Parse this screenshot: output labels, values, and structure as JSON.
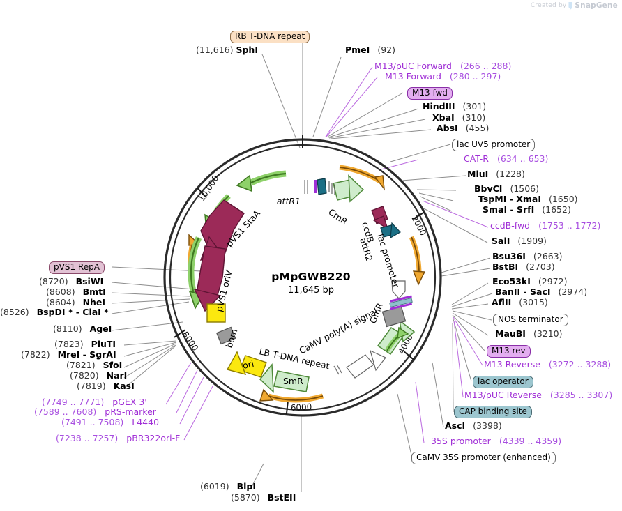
{
  "watermark": {
    "prefix": "Created by",
    "brand": "SnapGene"
  },
  "plasmid": {
    "name": "pMpGWB220",
    "size": "11,645 bp",
    "total_bp": 11645,
    "tick_labels": [
      "2000",
      "4000",
      "6000",
      "8000",
      "10,000"
    ]
  },
  "map_features": [
    {
      "name": "attR1",
      "label": "attR1",
      "color": "#1b6f85"
    },
    {
      "name": "CmR",
      "label": "CmR",
      "color": "#cfeccc"
    },
    {
      "name": "ccdB",
      "label": "ccdB",
      "color": "#9c2a58"
    },
    {
      "name": "attR2",
      "label": "attR2",
      "color": "#1b6f85"
    },
    {
      "name": "lac promoter",
      "label": "lac promoter",
      "color": "#ffffff"
    },
    {
      "name": "GmR",
      "label": "GmR",
      "color": "#cfeccc"
    },
    {
      "name": "CaMV poly(A) signal",
      "label": "CaMV poly(A) signal",
      "color": "#ffffff"
    },
    {
      "name": "LB T-DNA repeat",
      "label": "LB T-DNA repeat",
      "color": "#ffffff"
    },
    {
      "name": "SmR",
      "label": "SmR",
      "color": "#cfeccc"
    },
    {
      "name": "ori",
      "label": "ori",
      "color": "#fbe80f"
    },
    {
      "name": "bom",
      "label": "bom",
      "color": "#9a9a9a"
    },
    {
      "name": "pVS1 oriV",
      "label": "pVS1 oriV",
      "color": "#9c2a58"
    },
    {
      "name": "pVS1 StaA",
      "label": "pVS1 StaA",
      "color": "#9c2a58"
    }
  ],
  "labels_top": [
    {
      "id": "rb-t-dna-repeat",
      "kind": "pill",
      "style": "peach",
      "text": "RB T-DNA repeat"
    },
    {
      "id": "sphi",
      "kind": "enzyme",
      "pos": "(11,616)",
      "name": "SphI",
      "pos_side": "left"
    },
    {
      "id": "pmei",
      "kind": "enzyme",
      "name": "PmeI",
      "pos": "(92)"
    },
    {
      "id": "m13-puc-forward",
      "kind": "primer",
      "name": "M13/pUC Forward",
      "range": "(266 .. 288)"
    },
    {
      "id": "m13-forward",
      "kind": "primer",
      "name": "M13 Forward",
      "range": "(280 .. 297)"
    },
    {
      "id": "m13-fwd",
      "kind": "pill",
      "style": "violet",
      "text": "M13 fwd"
    },
    {
      "id": "hindiii",
      "kind": "enzyme",
      "name": "HindIII",
      "pos": "(301)"
    },
    {
      "id": "xbai",
      "kind": "enzyme",
      "name": "XbaI",
      "pos": "(310)"
    },
    {
      "id": "absi",
      "kind": "enzyme",
      "name": "AbsI",
      "pos": "(455)"
    }
  ],
  "labels_right": [
    {
      "id": "lac-uv5-promoter",
      "kind": "pill",
      "style": "plain",
      "text": "lac UV5 promoter"
    },
    {
      "id": "cat-r",
      "kind": "primer",
      "name": "CAT-R",
      "range": "(634 .. 653)"
    },
    {
      "id": "mlui",
      "kind": "enzyme",
      "name": "MluI",
      "pos": "(1228)"
    },
    {
      "id": "bbvci",
      "kind": "enzyme",
      "name": "BbvCI",
      "pos": "(1506)"
    },
    {
      "id": "tspmi-xmai",
      "kind": "enzyme",
      "name": "TspMI  -  XmaI",
      "pos": "(1650)"
    },
    {
      "id": "smai-srfi",
      "kind": "enzyme",
      "name": "SmaI  -  SrfI",
      "pos": "(1652)"
    },
    {
      "id": "ccdb-fwd",
      "kind": "primer",
      "name": "ccdB-fwd",
      "range": "(1753 .. 1772)"
    },
    {
      "id": "sali",
      "kind": "enzyme",
      "name": "SalI",
      "pos": "(1909)"
    },
    {
      "id": "bsu36i",
      "kind": "enzyme",
      "name": "Bsu36I",
      "pos": "(2663)"
    },
    {
      "id": "bstbi",
      "kind": "enzyme",
      "name": "BstBI",
      "pos": "(2703)"
    },
    {
      "id": "eco53ki",
      "kind": "enzyme",
      "name": "Eco53kI",
      "pos": "(2972)"
    },
    {
      "id": "banii-saci",
      "kind": "enzyme",
      "name": "BanII  -  SacI",
      "pos": "(2974)"
    },
    {
      "id": "aflii",
      "kind": "enzyme",
      "name": "AflII",
      "pos": "(3015)"
    },
    {
      "id": "nos-terminator",
      "kind": "pill",
      "style": "plain",
      "text": "NOS terminator"
    },
    {
      "id": "maubi",
      "kind": "enzyme",
      "name": "MauBI",
      "pos": "(3210)"
    },
    {
      "id": "m13-rev",
      "kind": "pill",
      "style": "violet",
      "text": "M13 rev"
    },
    {
      "id": "m13-reverse",
      "kind": "primer",
      "name": "M13 Reverse",
      "range": "(3272 .. 3288)"
    },
    {
      "id": "lac-operator",
      "kind": "pill",
      "style": "teal",
      "text": "lac operator"
    },
    {
      "id": "m13-puc-reverse",
      "kind": "primer",
      "name": "M13/pUC Reverse",
      "range": "(3285 .. 3307)"
    },
    {
      "id": "cap-binding-site",
      "kind": "pill",
      "style": "teal",
      "text": "CAP binding site"
    },
    {
      "id": "asci",
      "kind": "enzyme",
      "name": "AscI",
      "pos": "(3398)"
    },
    {
      "id": "35s-promoter",
      "kind": "primer",
      "name": "35S promoter",
      "range": "(4339 .. 4359)"
    },
    {
      "id": "camv-35s-promoter",
      "kind": "pill",
      "style": "plain",
      "text": "CaMV 35S promoter (enhanced)"
    }
  ],
  "labels_bottom": [
    {
      "id": "blpi",
      "kind": "enzyme",
      "pos": "(6019)",
      "name": "BlpI"
    },
    {
      "id": "bstei",
      "kind": "enzyme",
      "pos": "(5870)",
      "name": "BstEII"
    }
  ],
  "labels_left": [
    {
      "id": "pvs1-repa",
      "kind": "pill",
      "style": "pinkish",
      "text": "pVS1 RepA"
    },
    {
      "id": "bsiwi",
      "kind": "enzyme",
      "pos": "(8720)",
      "name": "BsiWI"
    },
    {
      "id": "bmti",
      "kind": "enzyme",
      "pos": "(8608)",
      "name": "BmtI"
    },
    {
      "id": "nhei",
      "kind": "enzyme",
      "pos": "(8604)",
      "name": "NheI"
    },
    {
      "id": "bspdi-clai",
      "kind": "enzyme",
      "pos": "(8526)",
      "name": "BspDI *  -  ClaI *"
    },
    {
      "id": "agei",
      "kind": "enzyme",
      "pos": "(8110)",
      "name": "AgeI"
    },
    {
      "id": "pluti",
      "kind": "enzyme",
      "pos": "(7823)",
      "name": "PluTI"
    },
    {
      "id": "mrei-sgrai",
      "kind": "enzyme",
      "pos": "(7822)",
      "name": "MreI  -  SgrAI"
    },
    {
      "id": "sfoi",
      "kind": "enzyme",
      "pos": "(7821)",
      "name": "SfoI"
    },
    {
      "id": "nari",
      "kind": "enzyme",
      "pos": "(7820)",
      "name": "NarI"
    },
    {
      "id": "kasi",
      "kind": "enzyme",
      "pos": "(7819)",
      "name": "KasI"
    },
    {
      "id": "pgex-3",
      "kind": "primer-left",
      "range": "(7749 .. 7771)",
      "name": "pGEX 3'"
    },
    {
      "id": "prs-marker",
      "kind": "primer-left",
      "range": "(7589 .. 7608)",
      "name": "pRS-marker"
    },
    {
      "id": "l4440",
      "kind": "primer-left",
      "range": "(7491 .. 7508)",
      "name": "L4440"
    },
    {
      "id": "pbr322ori-f",
      "kind": "primer-left",
      "range": "(7238 .. 7257)",
      "name": "pBR322ori-F"
    }
  ],
  "colors": {
    "ring": "#2b2b2b",
    "leader": "#8d8d8d",
    "leader_primer": "#bb6ae0",
    "primer_text": "#a02fd6",
    "green_feature": "#cfeccc",
    "green_outline": "#6aa84f",
    "maroon_feature": "#9c2a58",
    "orange_arrow": "#f0a830",
    "yellow_feature": "#fbe80f",
    "teal_feature": "#1b6f85",
    "grey_feature": "#9a9a9a"
  }
}
